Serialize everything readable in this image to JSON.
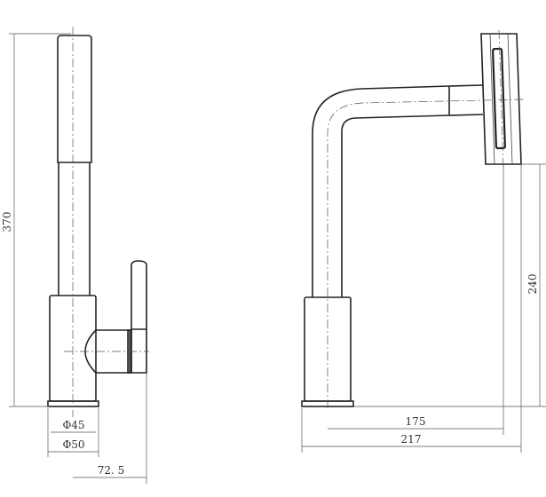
{
  "title": "Kitchen faucet dimension drawing",
  "front_view": {
    "height_label": "370",
    "inner_diameter_label": "Φ45",
    "outer_diameter_label": "Φ50",
    "handle_reach_label": "72. 5"
  },
  "side_view": {
    "spout_height_label": "240",
    "spout_reach_label": "175",
    "total_reach_label": "217"
  },
  "colors": {
    "line": "#222222",
    "dimension": "#555555",
    "background": "#ffffff"
  }
}
